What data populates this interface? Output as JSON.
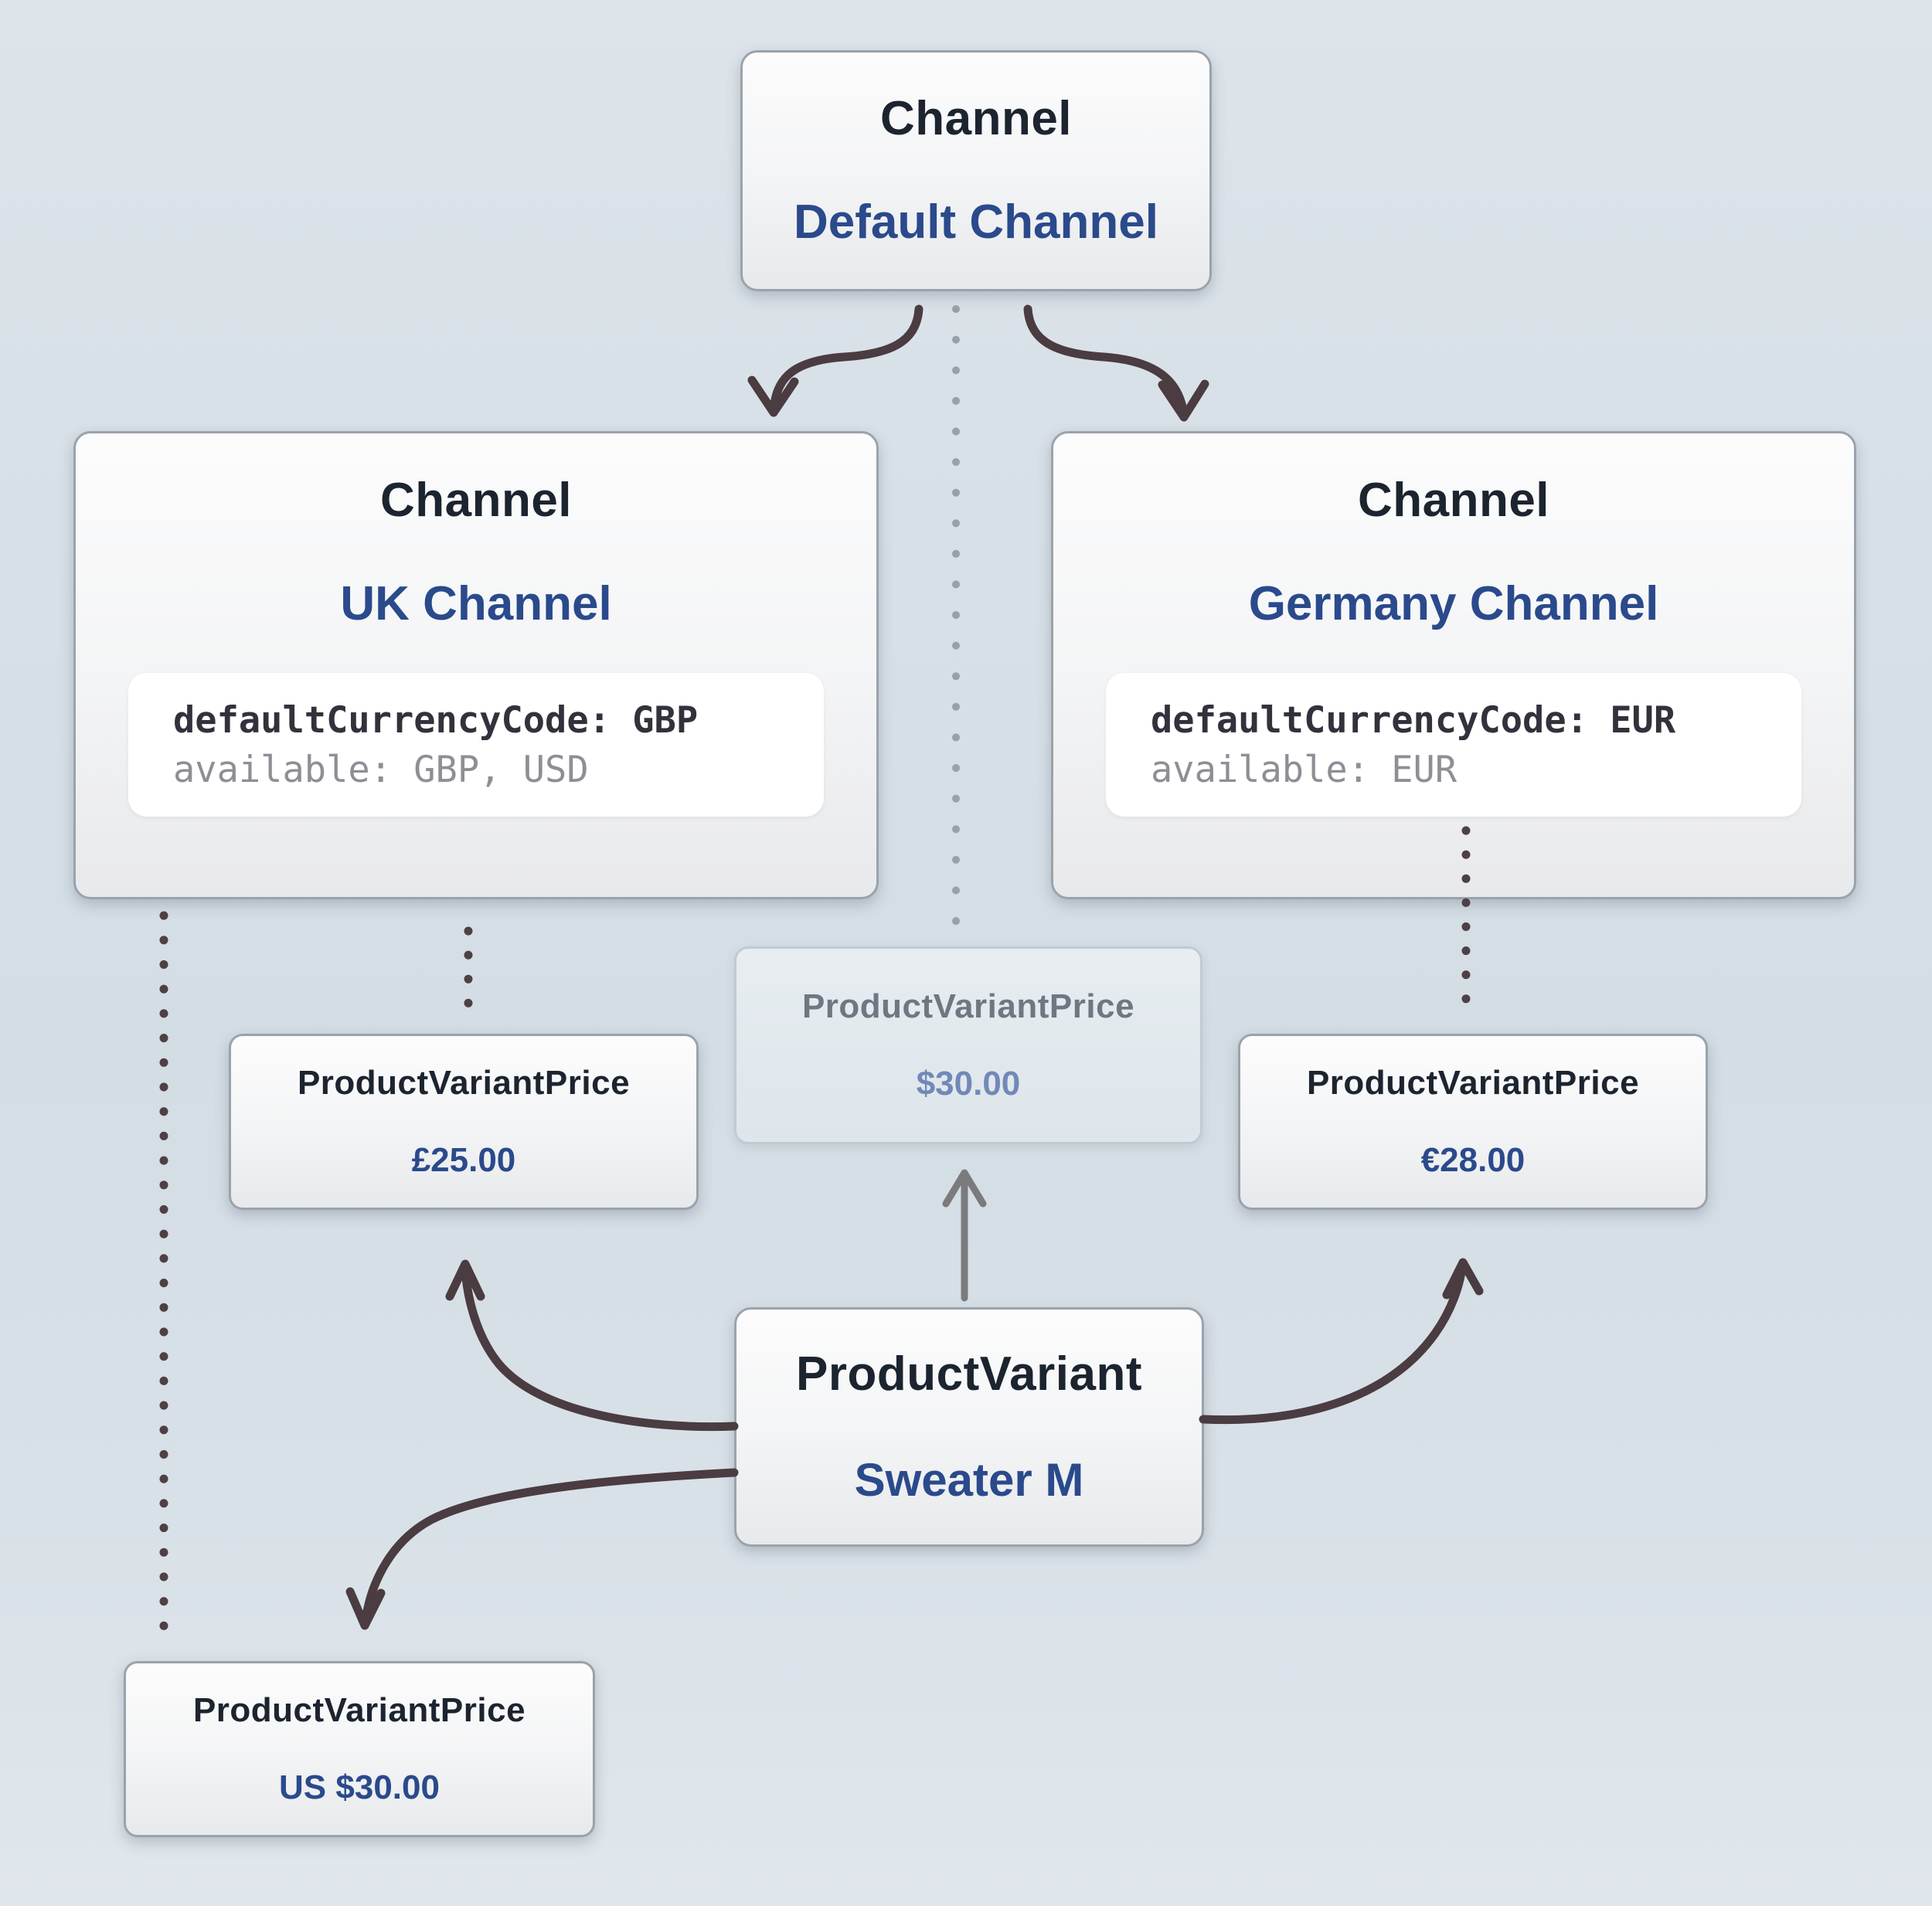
{
  "diagram": {
    "nodes": {
      "default_channel": {
        "type_label": "Channel",
        "name": "Default Channel"
      },
      "uk_channel": {
        "type_label": "Channel",
        "name": "UK Channel",
        "currency_line": "defaultCurrencyCode: GBP",
        "available_line": "available: GBP, USD"
      },
      "germany_channel": {
        "type_label": "Channel",
        "name": "Germany Channel",
        "currency_line": "defaultCurrencyCode: EUR",
        "available_line": "available: EUR"
      },
      "default_price_ghost": {
        "type_label": "ProductVariantPrice",
        "value": "$30.00"
      },
      "uk_price": {
        "type_label": "ProductVariantPrice",
        "value": "£25.00"
      },
      "germany_price": {
        "type_label": "ProductVariantPrice",
        "value": "€28.00"
      },
      "product_variant": {
        "type_label": "ProductVariant",
        "name": "Sweater M"
      },
      "us_price": {
        "type_label": "ProductVariantPrice",
        "value": "US $30.00"
      }
    },
    "colors": {
      "background": "#d8e1e7",
      "node_border": "#9aa3ab",
      "node_fill_top": "#fcfcfd",
      "node_fill_bottom": "#e8e9eb",
      "title_text": "#1c242f",
      "name_text": "#2a4a8c",
      "code_text": "#32323c",
      "code_muted_text": "#8e8e96",
      "ghost_border": "#c0cad1",
      "ghost_title_text": "#6f7882",
      "ghost_value_text": "#7288b8",
      "arrow_dark": "#4a3c40",
      "arrow_gray": "#7b7b7e",
      "dotted_dark": "#4e4045",
      "dotted_gray": "#97a1a8"
    }
  }
}
